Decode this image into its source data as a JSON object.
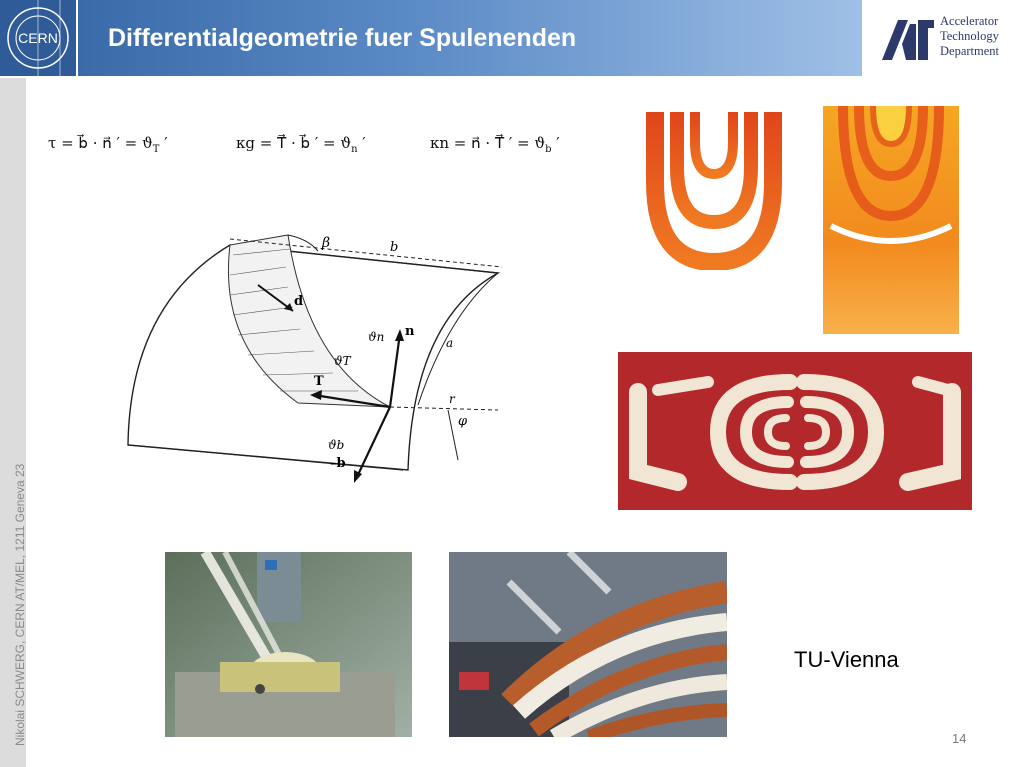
{
  "header": {
    "title": "Differentialgeometrie fuer Spulenenden",
    "cern_logo_text": "CERN",
    "department_lines": [
      "Accelerator",
      "Technology",
      "Department"
    ]
  },
  "sidebar": {
    "vertical_text": "Nikolai SCHWERG, CERN AT/MEL, 1211 Geneva 23"
  },
  "formulas": [
    "τ = b⃗ · n⃗ ′ = ϑ",
    "κg = T⃗ · b⃗ ′ = ϑ",
    "κn = n⃗ · T⃗ ′ = ϑ"
  ],
  "diagram_labels": {
    "beta": "β",
    "b": "b",
    "d": "d",
    "n": "n",
    "theta_n": "ϑn",
    "theta_T": "ϑT",
    "T": "T",
    "a": "a",
    "r": "r",
    "phi": "φ",
    "theta_b": "ϑb",
    "minus_b": "–b"
  },
  "caption": "TU-Vienna",
  "page_number": "14",
  "colors": {
    "header_blue": "#2f5b98",
    "title_gradient_end": "#9fc0e6",
    "logo_navy": "#2b3a6b",
    "photo_red": "#b3282b"
  }
}
